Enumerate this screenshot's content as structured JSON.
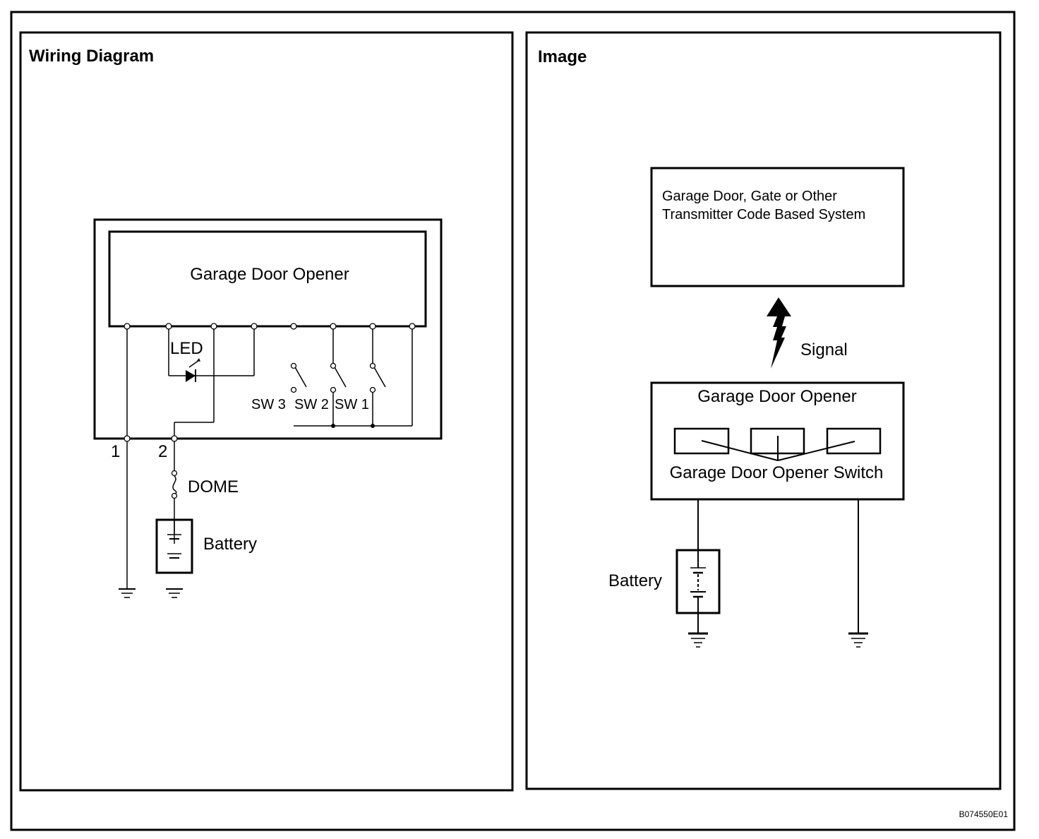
{
  "document_id": "B074550E01",
  "panels": {
    "wiring": {
      "title": "Wiring Diagram",
      "module_label": "Garage Door Opener",
      "led_label": "LED",
      "switch_labels": [
        "SW 3",
        "SW 2",
        "SW 1"
      ],
      "pin_labels": [
        "1",
        "2"
      ],
      "fuse_label": "DOME",
      "battery_label": "Battery"
    },
    "image": {
      "title": "Image",
      "receiver_label_line1": "Garage Door, Gate or Other",
      "receiver_label_line2": "Transmitter Code Based System",
      "signal_label": "Signal",
      "opener_label": "Garage Door Opener",
      "switch_label": "Garage Door Opener Switch",
      "battery_label": "Battery"
    }
  }
}
